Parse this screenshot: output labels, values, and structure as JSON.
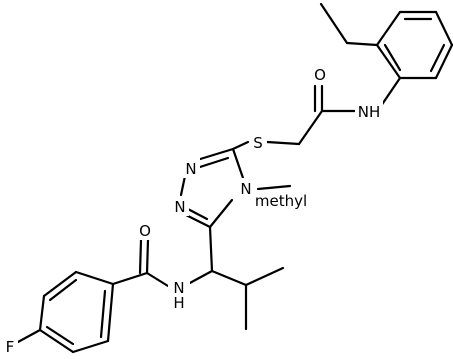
{
  "molecule": {
    "atoms": {
      "O_amide_top": "O",
      "NH_anilide": "NH",
      "S_thioether": "S",
      "N_triazole_1": "N",
      "N_triazole_2": "N",
      "N_triazole_4": "N",
      "methyl_label": "methyl",
      "O_benzamide": "O",
      "NH_benzamide": "N",
      "H_benzamide": "H",
      "F_fluoro": "F"
    }
  },
  "colors": {
    "bond": "#000000",
    "background": "#ffffff"
  }
}
